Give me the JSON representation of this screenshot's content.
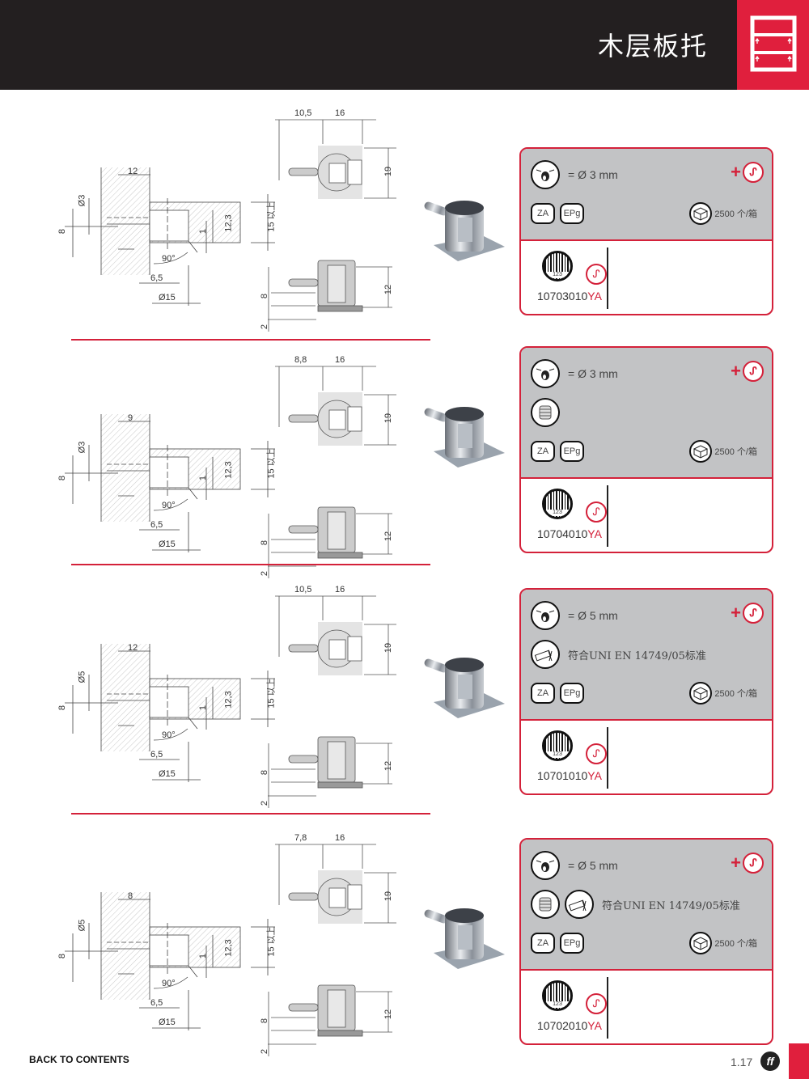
{
  "header": {
    "title": "木层板托"
  },
  "sections": [
    {
      "dims": {
        "a": "10,5",
        "b": "16",
        "h": "19",
        "sh": "12",
        "s8": "8",
        "s2": "2",
        "depth": "12",
        "dia": "Ø3",
        "off": "8",
        "d123": "12,3",
        "d1": "1",
        "min": "15 以上",
        "ang": "90°",
        "d65": "6,5",
        "d15": "Ø15"
      },
      "card": {
        "diameter": "= Ø 3 mm",
        "extra_icons": [],
        "extra_text": "",
        "za": "ZA",
        "epg": "EPg",
        "box": "2500 个/箱",
        "barcode": "123",
        "code": "10703010",
        "suffix": "YA"
      }
    },
    {
      "dims": {
        "a": "8,8",
        "b": "16",
        "h": "19",
        "sh": "12",
        "s8": "8",
        "s2": "2",
        "depth": "9",
        "dia": "Ø3",
        "off": "8",
        "d123": "12,3",
        "d1": "1",
        "min": "15 以上",
        "ang": "90°",
        "d65": "6,5",
        "d15": "Ø15"
      },
      "card": {
        "diameter": "= Ø 3 mm",
        "extra_icons": [
          "screw"
        ],
        "extra_text": "",
        "za": "ZA",
        "epg": "EPg",
        "box": "2500 个/箱",
        "barcode": "123",
        "code": "10704010",
        "suffix": "YA"
      }
    },
    {
      "dims": {
        "a": "10,5",
        "b": "16",
        "h": "19",
        "sh": "12",
        "s8": "8",
        "s2": "2",
        "depth": "12",
        "dia": "Ø5",
        "off": "8",
        "d123": "12,3",
        "d1": "1",
        "min": "15 以上",
        "ang": "90°",
        "d65": "6,5",
        "d15": "Ø15"
      },
      "card": {
        "diameter": "= Ø 5 mm",
        "extra_icons": [
          "certificate"
        ],
        "extra_text": "符合UNI EN 14749/05标准",
        "za": "ZA",
        "epg": "EPg",
        "box": "2500 个/箱",
        "barcode": "123",
        "code": "10701010",
        "suffix": "YA"
      }
    },
    {
      "dims": {
        "a": "7,8",
        "b": "16",
        "h": "19",
        "sh": "12",
        "s8": "8",
        "s2": "2",
        "depth": "8",
        "dia": "Ø5",
        "off": "8",
        "d123": "12,3",
        "d1": "1",
        "min": "15 以上",
        "ang": "90°",
        "d65": "6,5",
        "d15": "Ø15"
      },
      "card": {
        "diameter": "= Ø 5 mm",
        "extra_icons": [
          "screw",
          "certificate"
        ],
        "extra_text": "符合UNI EN 14749/05标准",
        "za": "ZA",
        "epg": "EPg",
        "box": "2500 个/箱",
        "barcode": "123",
        "code": "10702010",
        "suffix": "YA"
      }
    }
  ],
  "footer": {
    "back_link": "BACK TO CONTENTS",
    "page": "1.17"
  },
  "colors": {
    "accent": "#e01f3d",
    "header_bg": "#231f20",
    "card_gray": "#c2c3c5"
  }
}
